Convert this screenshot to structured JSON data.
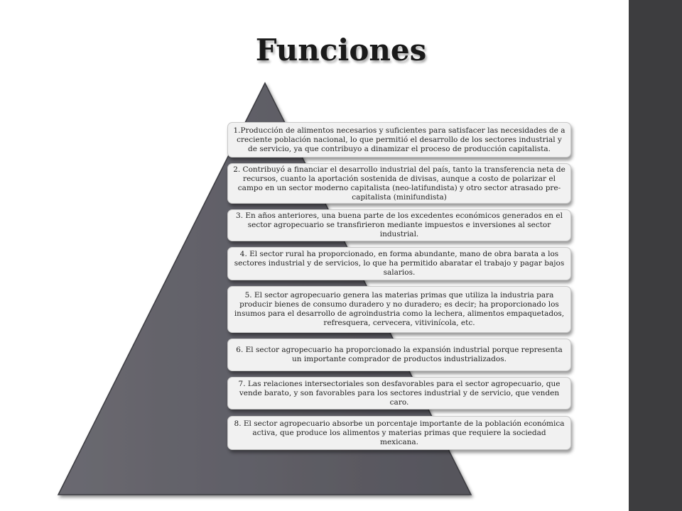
{
  "slide": {
    "title": "Funciones",
    "colors": {
      "sidebar": "#3d3d3f",
      "pyramid_fill": "#5f5e66",
      "box_fill": "#f1f1f1"
    }
  },
  "items": [
    {
      "text": "1.Producción de alimentos necesarios y suficientes para satisfacer las necesidades de a creciente población nacional, lo que permitió el desarrollo de los sectores industrial y de servicio, ya que contribuyo a dinamizar el proceso de producción capitalista."
    },
    {
      "text": "2. Contribuyó a financiar el desarrollo industrial del país, tanto la transferencia neta de recursos, cuanto la aportación sostenida de divisas, aunque a costo de polarizar el campo en un sector moderno capitalista (neo-latifundista) y otro sector atrasado pre-capitalista (minifundista)"
    },
    {
      "text": "3. En años anteriores, una buena parte de los excedentes económicos generados en el sector agropecuario se transfirieron mediante impuestos e inversiones al sector industrial."
    },
    {
      "text": "4. El sector rural ha proporcionado, en forma abundante, mano de obra barata a los sectores industrial y de servicios, lo que ha permitido abaratar el trabajo y pagar bajos salarios."
    },
    {
      "text": "5. El sector agropecuario genera las materias primas que utiliza la industria para producir bienes de consumo duradero y no duradero; es decir; ha proporcionado los insumos para el desarrollo de agroindustria como la lechera, alimentos empaquetados, refresquera, cervecera, vitivinícola, etc."
    },
    {
      "text": "6. El sector agropecuario ha proporcionado la expansión industrial porque representa un importante comprador de productos industrializados."
    },
    {
      "text": "7. Las relaciones intersectoriales son desfavorables para el sector agropecuario, que vende barato, y son favorables para los sectores industrial y de servicio, que venden caro."
    },
    {
      "text": "8. El sector agropecuario absorbe un porcentaje importante de la población económica activa, que produce los alimentos y materias primas que requiere la sociedad mexicana."
    }
  ]
}
